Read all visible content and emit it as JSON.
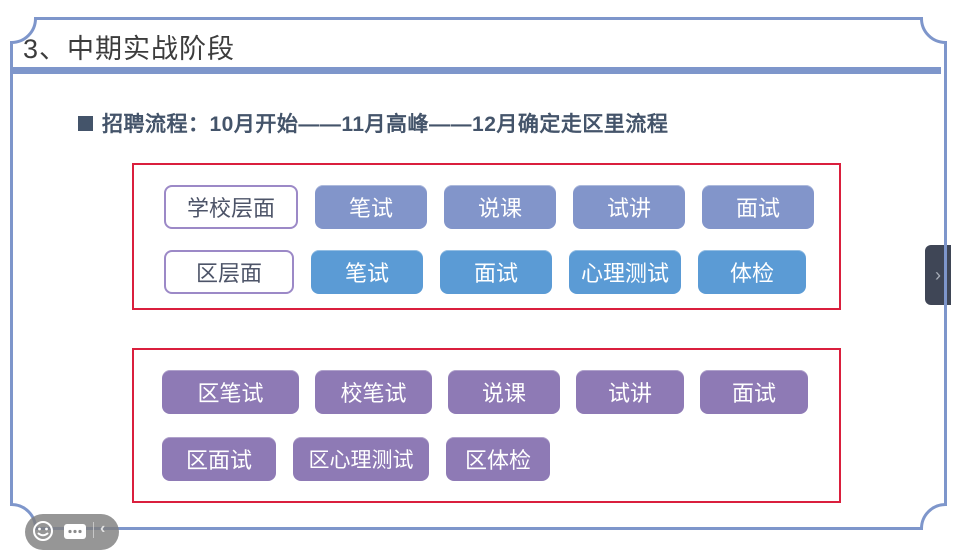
{
  "title": "3、中期实战阶段",
  "bullet": {
    "marker": "■",
    "text": "招聘流程：10月开始——11月高峰——12月确定走区里流程"
  },
  "colors": {
    "frame_blue": "#7e96cb",
    "red_border": "#da1f3d",
    "school_row_blue": "#8295ca",
    "district_row_blue": "#5b9bd5",
    "combined_purple": "#8e7ab5",
    "label_box_border": "#9c89c7",
    "text_slate": "#44546a",
    "side_tab_bg": "#3f4656"
  },
  "group_levels": {
    "school_row": {
      "label": "学校层面",
      "steps": [
        "笔试",
        "说课",
        "试讲",
        "面试"
      ]
    },
    "district_row": {
      "label": "区层面",
      "steps": [
        "笔试",
        "面试",
        "心理测试",
        "体检"
      ]
    }
  },
  "group_combined": {
    "row1": [
      "区笔试",
      "校笔试",
      "说课",
      "试讲",
      "面试"
    ],
    "row2": [
      "区面试",
      "区心理测试",
      "区体检"
    ]
  },
  "overlay": {
    "side_tab_chevron": "›",
    "toolbar": {
      "icons": [
        "smiley-face-icon",
        "keyboard-icon",
        "collapse-chevron-icon"
      ],
      "chevron": "‹"
    }
  }
}
